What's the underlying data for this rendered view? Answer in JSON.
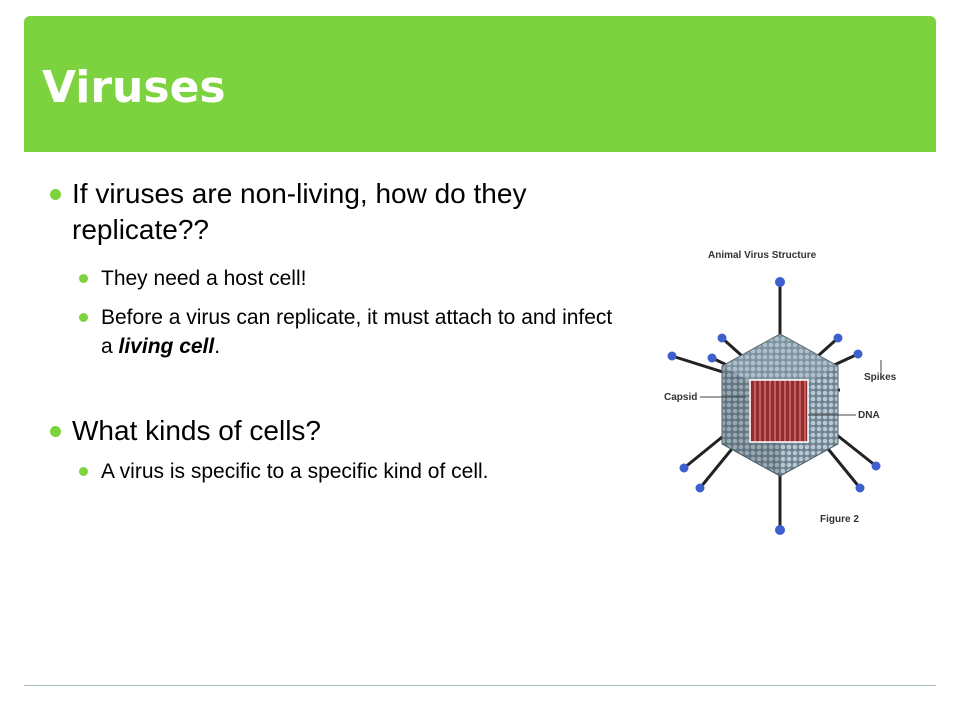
{
  "slide": {
    "title": "Viruses",
    "bullets": {
      "b1": "If viruses are non-living, how do they replicate??",
      "b1_sub1": "They need a host cell!",
      "b1_sub2_pre": "Before a virus can replicate, it must attach to and infect a ",
      "b1_sub2_emph": "living cell",
      "b1_sub2_post": ".",
      "b2": "What kinds of cells?",
      "b2_sub1": "A virus is specific to a specific kind of cell."
    }
  },
  "figure": {
    "heading": "Animal Virus Structure",
    "label_capsid": "Capsid",
    "label_spikes": "Spikes",
    "label_dna": "DNA",
    "caption": "Figure 2"
  },
  "colors": {
    "accent": "#7dd33f",
    "title_text": "#ffffff",
    "rule": "#9fbfae"
  }
}
